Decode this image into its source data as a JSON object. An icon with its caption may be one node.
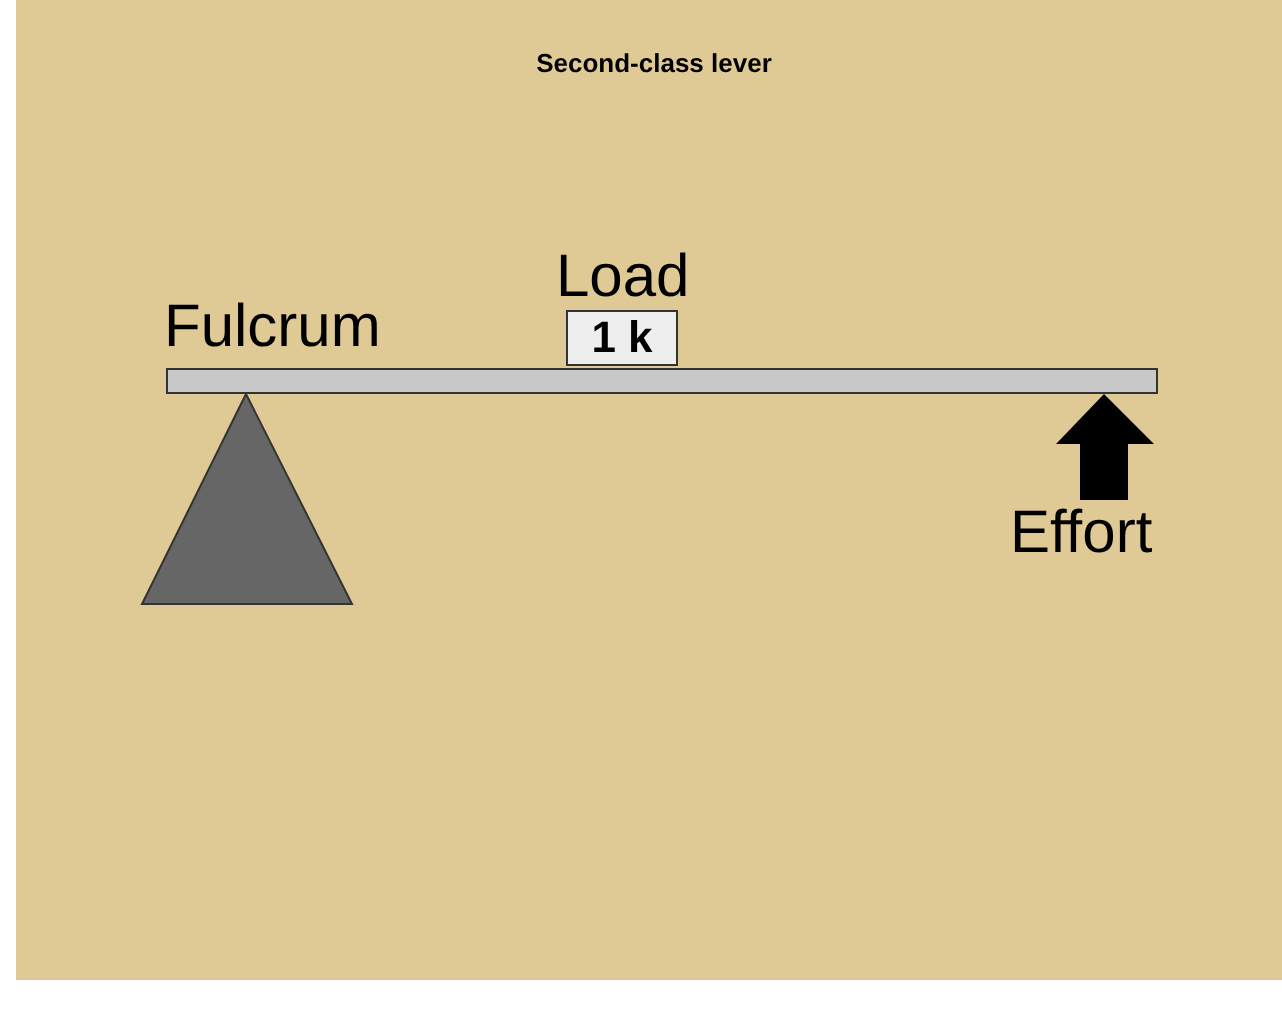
{
  "diagram": {
    "title": "Second-class lever",
    "nodes": [
      {
        "text": [
          "Load",
          "1 k"
        ]
      }
    ],
    "labels": [
      "Fulcrum",
      "Effort"
    ]
  }
}
